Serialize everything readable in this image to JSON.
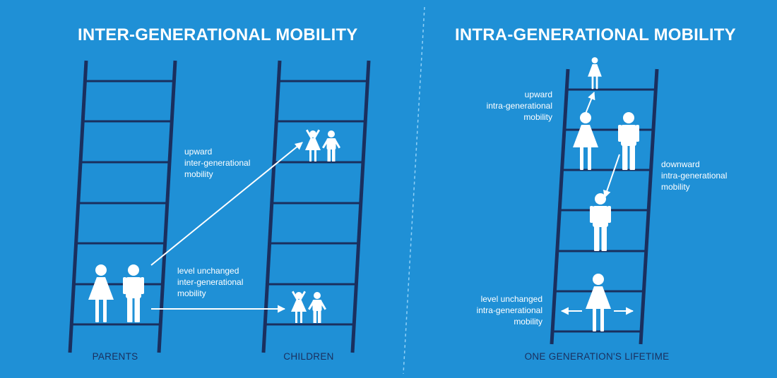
{
  "colors": {
    "background": "#1f90d6",
    "ladder": "#1a2f5e",
    "figure": "#ffffff",
    "arrow": "#ffffff",
    "divider": "#8fd0f7"
  },
  "left": {
    "title": "INTER-GENERATIONAL MOBILITY",
    "parents_caption": "PARENTS",
    "children_caption": "CHILDREN",
    "upward_label": [
      "upward",
      "inter-generational",
      "mobility"
    ],
    "unchanged_label": [
      "level unchanged",
      "inter-generational",
      "mobility"
    ]
  },
  "right": {
    "title": "INTRA-GENERATIONAL MOBILITY",
    "caption": "ONE GENERATION'S LIFETIME",
    "upward_label": [
      "upward",
      "intra-generational",
      "mobility"
    ],
    "downward_label": [
      "downward",
      "intra-generational",
      "mobility"
    ],
    "unchanged_label": [
      "level unchanged",
      "intra-generational",
      "mobility"
    ]
  },
  "icons": [
    "ladder-icon",
    "woman-icon",
    "man-icon",
    "girl-icon",
    "boy-icon",
    "arrow-icon"
  ]
}
